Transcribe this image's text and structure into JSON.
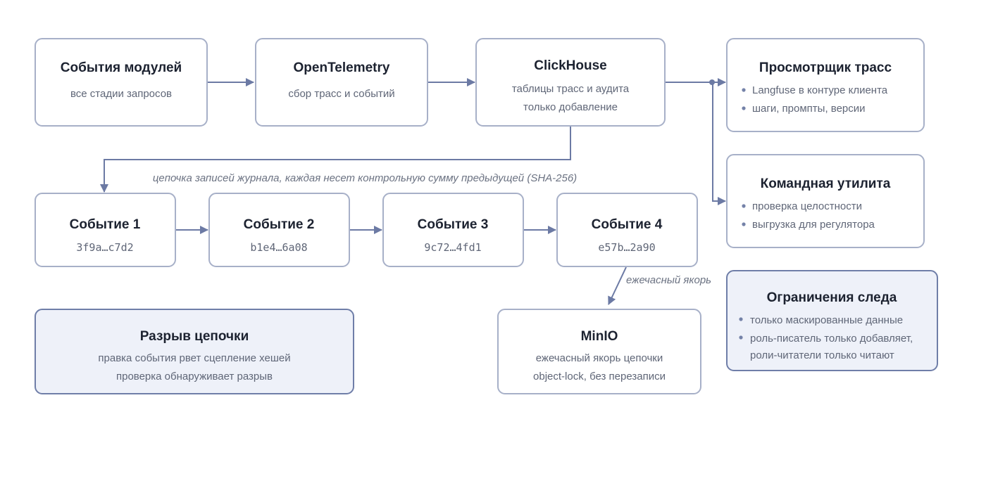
{
  "nodes": {
    "module_events": {
      "title": "События модулей",
      "subtitle": "все стадии запросов"
    },
    "opentelemetry": {
      "title": "OpenTelemetry",
      "subtitle": "сбор трасс и событий"
    },
    "clickhouse": {
      "title": "ClickHouse",
      "line1": "таблицы трасс и аудита",
      "line2": "только добавление"
    },
    "trace_viewer": {
      "title": "Просмотрщик трасс",
      "bullets": [
        "Langfuse в контуре клиента",
        "шаги, промпты, версии"
      ]
    },
    "cli_tool": {
      "title": "Командная утилита",
      "bullets": [
        "проверка целостности",
        "выгрузка для регулятора"
      ]
    },
    "event1": {
      "title": "Событие 1",
      "hash": "3f9a…c7d2"
    },
    "event2": {
      "title": "Событие 2",
      "hash": "b1e4…6a08"
    },
    "event3": {
      "title": "Событие 3",
      "hash": "9c72…4fd1"
    },
    "event4": {
      "title": "Событие 4",
      "hash": "e57b…2a90"
    },
    "minio": {
      "title": "MinIO",
      "line1": "ежечасный якорь цепочки",
      "line2": "object-lock, без перезаписи"
    },
    "chain_break": {
      "title": "Разрыв цепочки",
      "line1": "правка события рвет сцепление хешей",
      "line2": "проверка обнаруживает разрыв"
    },
    "trace_limits": {
      "title": "Ограничения следа",
      "bullets": [
        "только маскированные данные",
        "роль-писатель только добавляет,",
        "роли-читатели только читают"
      ]
    }
  },
  "edge_labels": {
    "chain": "цепочка записей журнала, каждая несет контрольную сумму предыдущей (SHA-256)",
    "anchor": "ежечасный якорь"
  },
  "colors": {
    "edge": "#6c7aa4",
    "box_border": "#a7b0c8",
    "shaded_fill": "#eef1f9",
    "shaded_border": "#6f7ea8",
    "title_text": "#1c2230",
    "sub_text": "#5f6677"
  }
}
